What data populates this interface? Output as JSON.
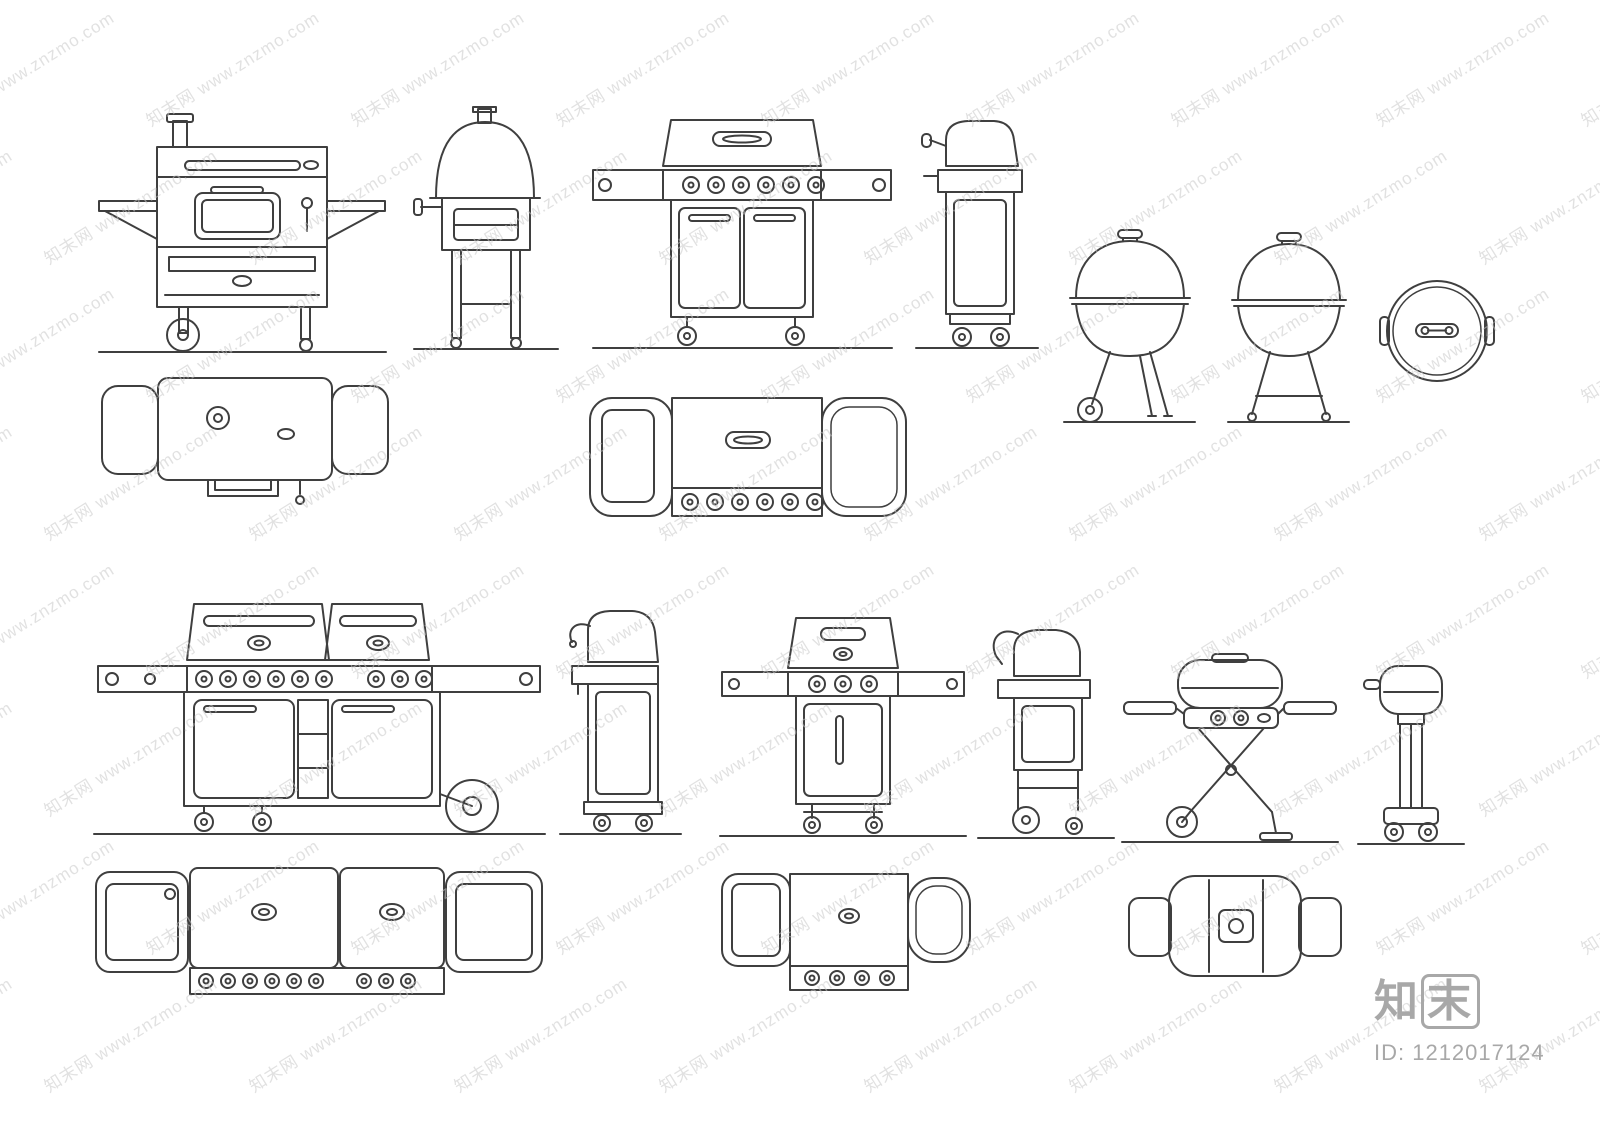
{
  "page": {
    "background": "#ffffff",
    "line_color": "#3f3f3f",
    "description": "CAD block library sheet: barbecue grills in front, side and top orthographic views"
  },
  "watermark": {
    "text": "知末网 www.znzmo.com",
    "color": "#c9c9c9",
    "opacity": 0.55
  },
  "brand": {
    "logo_char_1": "知",
    "logo_char_2": "末",
    "id_label": "ID: 1212017124"
  },
  "figures": [
    {
      "name": "charcoal-grill-cart",
      "view": "front"
    },
    {
      "name": "dome-smoker-cart",
      "view": "side"
    },
    {
      "name": "four-burner-gas-grill",
      "view": "front"
    },
    {
      "name": "four-burner-gas-grill",
      "view": "side"
    },
    {
      "name": "kettle-grill",
      "view": "front"
    },
    {
      "name": "kettle-grill",
      "view": "side"
    },
    {
      "name": "kettle-grill",
      "view": "top"
    },
    {
      "name": "charcoal-grill-cart",
      "view": "top"
    },
    {
      "name": "four-burner-gas-grill",
      "view": "top"
    },
    {
      "name": "six-burner-double-hood-gas-grill",
      "view": "front"
    },
    {
      "name": "gas-grill-cart",
      "view": "side"
    },
    {
      "name": "two-burner-gas-grill",
      "view": "front"
    },
    {
      "name": "two-burner-gas-grill-cart",
      "view": "side"
    },
    {
      "name": "portable-gas-grill-stand",
      "view": "front"
    },
    {
      "name": "portable-gas-grill-stand",
      "view": "side"
    },
    {
      "name": "six-burner-double-hood-gas-grill",
      "view": "top"
    },
    {
      "name": "two-burner-gas-grill",
      "view": "top"
    },
    {
      "name": "portable-gas-grill-stand",
      "view": "top"
    }
  ]
}
